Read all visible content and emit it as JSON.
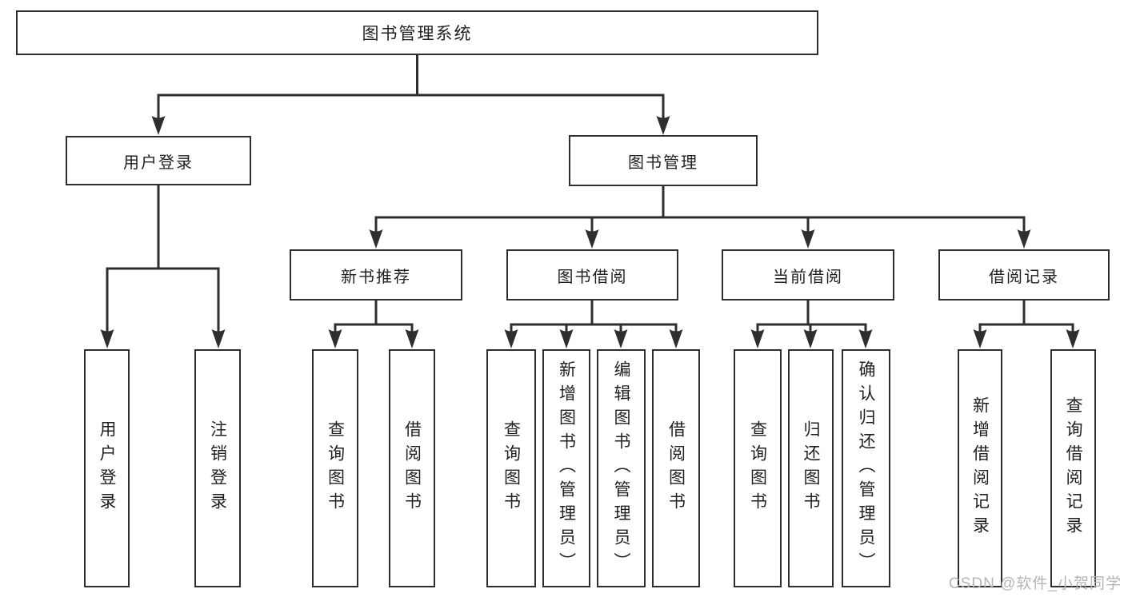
{
  "diagram": {
    "title": "图书管理系统",
    "root": {
      "label": "图书管理系统"
    },
    "branches": [
      {
        "label": "用户登录",
        "children": [
          {
            "label": "用户登录"
          },
          {
            "label": "注销登录"
          }
        ]
      },
      {
        "label": "图书管理",
        "children": [
          {
            "label": "新书推荐",
            "children": [
              {
                "label": "查询图书"
              },
              {
                "label": "借阅图书"
              }
            ]
          },
          {
            "label": "图书借阅",
            "children": [
              {
                "label": "查询图书"
              },
              {
                "label": "新增图书（管理员）"
              },
              {
                "label": "编辑图书（管理员）"
              },
              {
                "label": "借阅图书"
              }
            ]
          },
          {
            "label": "当前借阅",
            "children": [
              {
                "label": "查询图书"
              },
              {
                "label": "归还图书"
              },
              {
                "label": "确认归还（管理员）"
              }
            ]
          },
          {
            "label": "借阅记录",
            "children": [
              {
                "label": "新增借阅记录"
              },
              {
                "label": "查询借阅记录"
              }
            ]
          }
        ]
      }
    ]
  },
  "watermark": {
    "text": "CSDN @软件_小贺同学",
    "color": "#b5b5b5"
  },
  "colors": {
    "line": "#2e2e2e",
    "box_border": "#2e2e2e",
    "text": "#1f1f1f",
    "background": "#ffffff"
  }
}
